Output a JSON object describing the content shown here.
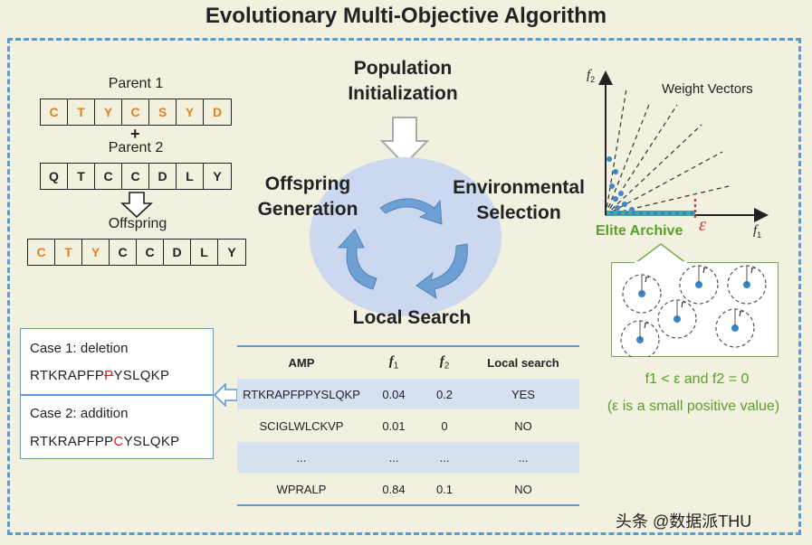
{
  "title": "Evolutionary Multi-Objective Algorithm",
  "crossover": {
    "parent1_label": "Parent 1",
    "parent1": [
      {
        "g": "C",
        "c": "orange"
      },
      {
        "g": "T",
        "c": "orange"
      },
      {
        "g": "Y",
        "c": "orange"
      },
      {
        "g": "C",
        "c": "orange"
      },
      {
        "g": "S",
        "c": "orange"
      },
      {
        "g": "Y",
        "c": "orange"
      },
      {
        "g": "D",
        "c": "orange"
      }
    ],
    "plus": "+",
    "parent2_label": "Parent 2",
    "parent2": [
      {
        "g": "Q",
        "c": "black"
      },
      {
        "g": "T",
        "c": "black"
      },
      {
        "g": "C",
        "c": "black"
      },
      {
        "g": "C",
        "c": "black"
      },
      {
        "g": "D",
        "c": "black"
      },
      {
        "g": "L",
        "c": "black"
      },
      {
        "g": "Y",
        "c": "black"
      }
    ],
    "offspring_label": "Offspring",
    "offspring": [
      {
        "g": "C",
        "c": "orange"
      },
      {
        "g": "T",
        "c": "orange"
      },
      {
        "g": "Y",
        "c": "orange"
      },
      {
        "g": "C",
        "c": "black"
      },
      {
        "g": "C",
        "c": "black"
      },
      {
        "g": "D",
        "c": "black"
      },
      {
        "g": "L",
        "c": "black"
      },
      {
        "g": "Y",
        "c": "black"
      }
    ]
  },
  "cycle": {
    "init_line1": "Population",
    "init_line2": "Initialization",
    "offspring_line1": "Offspring",
    "offspring_line2": "Generation",
    "env_line1": "Environmental",
    "env_line2": "Selection",
    "local_search": "Local Search"
  },
  "cases": {
    "case1_title": "Case 1: deletion",
    "case1_seq_pre": "RTKRAPFP",
    "case1_seq_mark": "P",
    "case1_seq_post": "YSLQKP",
    "case2_title": "Case 2: addition",
    "case2_seq_pre": "RTKRAPFPP",
    "case2_seq_mark": "C",
    "case2_seq_post": "YSLQKP"
  },
  "table": {
    "headers": {
      "amp": "AMP",
      "f1": "f",
      "f1_sub": "1",
      "f2": "f",
      "f2_sub": "2",
      "local": "Local search"
    },
    "rows": [
      {
        "amp": "RTKRAPFPPYSLQKP",
        "f1": "0.04",
        "f2": "0.2",
        "local": "YES"
      },
      {
        "amp": "SCIGLWLCKVP",
        "f1": "0.01",
        "f2": "0",
        "local": "NO"
      },
      {
        "amp": "...",
        "f1": "...",
        "f2": "...",
        "local": "..."
      },
      {
        "amp": "WPRALP",
        "f1": "0.84",
        "f2": "0.1",
        "local": "NO"
      }
    ]
  },
  "pareto": {
    "y_axis": "f",
    "y_sub": "2",
    "x_axis": "f",
    "x_sub": "1",
    "weight_vectors": "Weight Vectors",
    "epsilon": "ε",
    "elite_archive": "Elite Archive",
    "radius": "r",
    "cond_line1": "f1 < ε and f2 = 0",
    "cond_line2": "(ε is a small positive value)"
  },
  "watermark": "头条 @数据派THU",
  "colors": {
    "accent_blue": "#5b9bd5",
    "orange": "#e0821e",
    "green": "#5aa02c",
    "red": "#e02020",
    "point_blue": "#3a86c8"
  }
}
